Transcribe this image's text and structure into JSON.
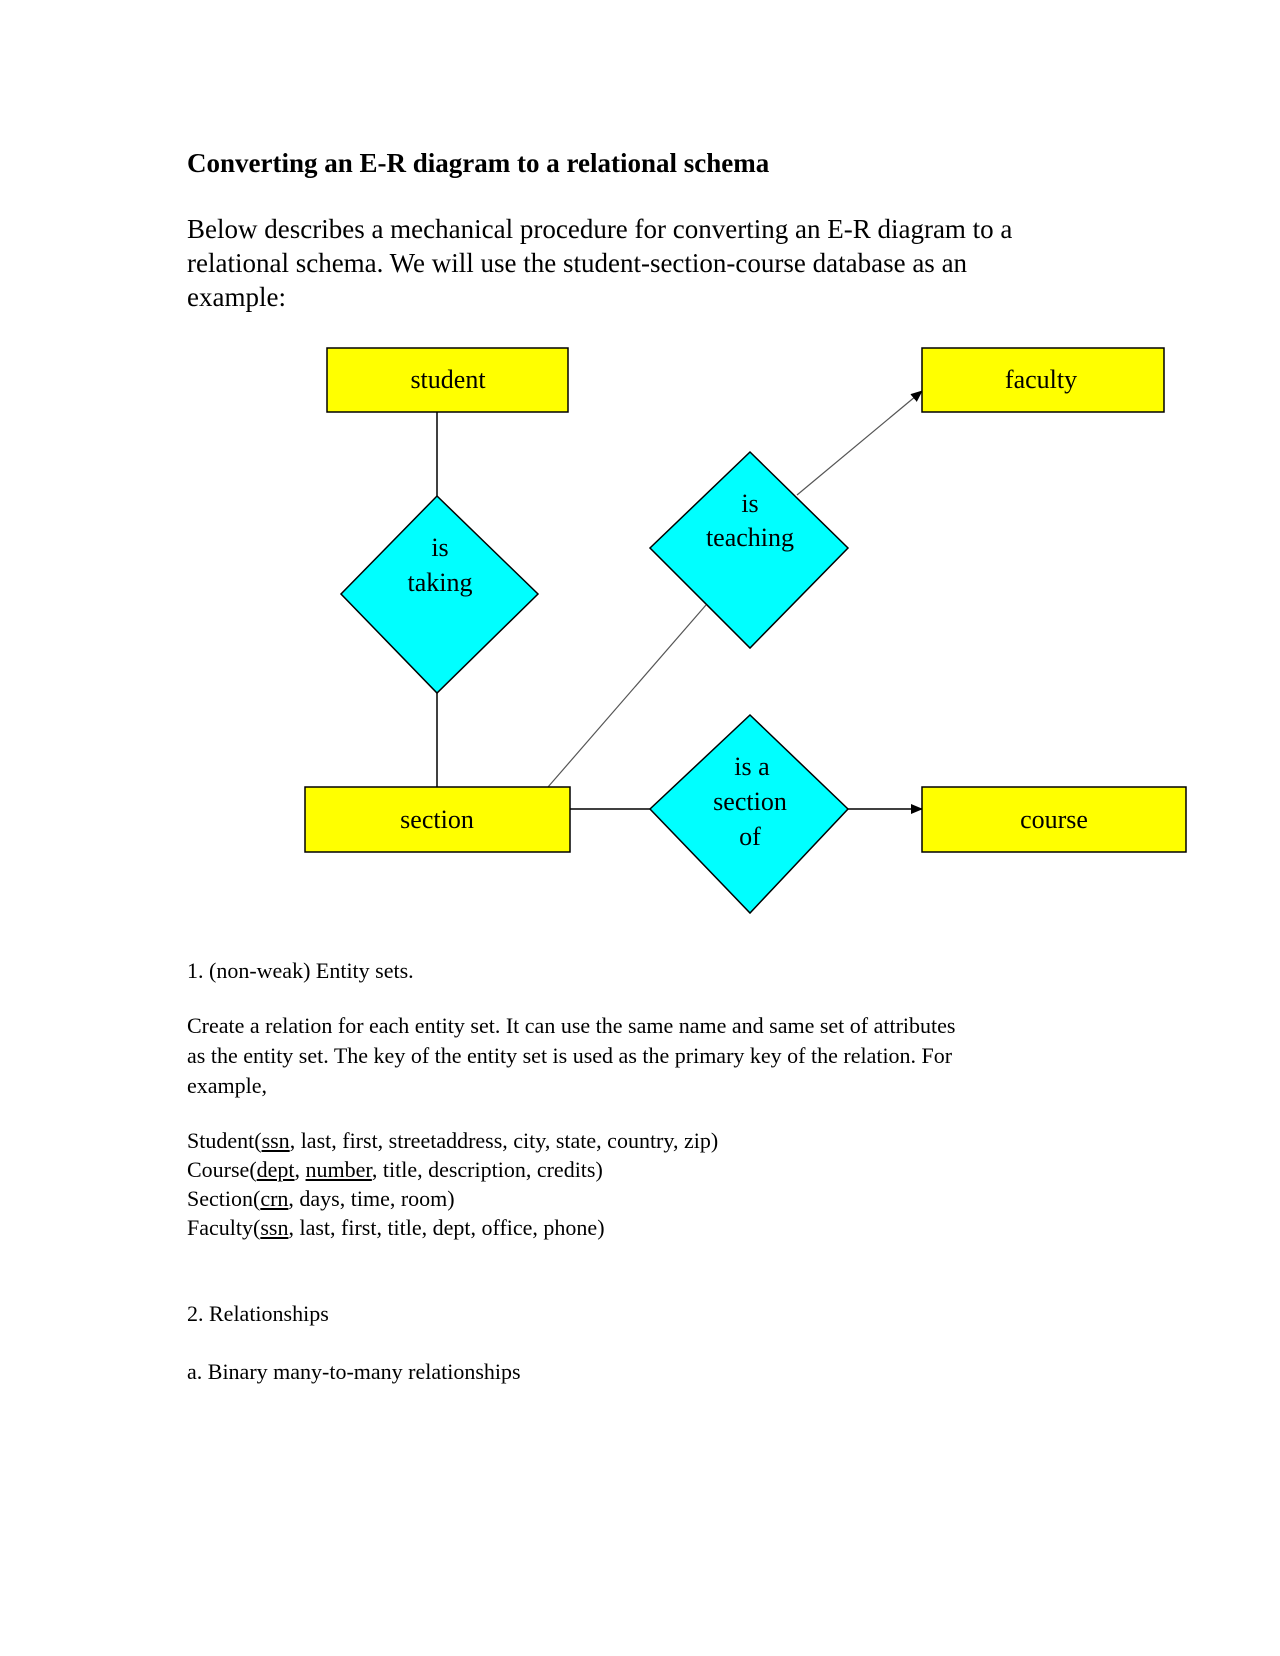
{
  "title": "Converting an E-R diagram to a relational schema",
  "intro": [
    "Below describes a mechanical procedure for converting an E-R diagram to a",
    "relational schema.  We will use the student-section-course database as an",
    "example:"
  ],
  "diagram": {
    "entities": {
      "student": "student",
      "faculty": "faculty",
      "section": "section",
      "course": "course"
    },
    "relationships": {
      "is_taking": [
        "is",
        "taking"
      ],
      "is_teaching": [
        "is",
        "teaching"
      ],
      "is_a_section_of": [
        "is a",
        "section",
        "of"
      ]
    },
    "colors": {
      "entity_fill": "#ffff00",
      "relationship_fill": "#00ffff",
      "stroke": "#000000"
    }
  },
  "section1": {
    "heading": "1.  (non-weak) Entity sets.",
    "paragraph": [
      "Create a relation for each entity set.  It can use the same name and same set of attributes",
      "as the entity set.  The key of the entity set is used as the primary key of the relation.  For",
      "example,"
    ],
    "schemas": [
      {
        "name": "Student(",
        "keys": [
          "ssn"
        ],
        "rest": ", last, first, streetaddress, city, state, country, zip)"
      },
      {
        "name": "Course(",
        "keys": [
          "dept",
          "number"
        ],
        "rest": ", title, description, credits)"
      },
      {
        "name": "Section(",
        "keys": [
          "crn"
        ],
        "rest": ", days, time, room)"
      },
      {
        "name": "Faculty(",
        "keys": [
          "ssn"
        ],
        "rest": ", last, first, title, dept, office, phone)"
      }
    ]
  },
  "section2": {
    "heading": "2.  Relationships",
    "subheading": "a.  Binary many-to-many relationships"
  }
}
